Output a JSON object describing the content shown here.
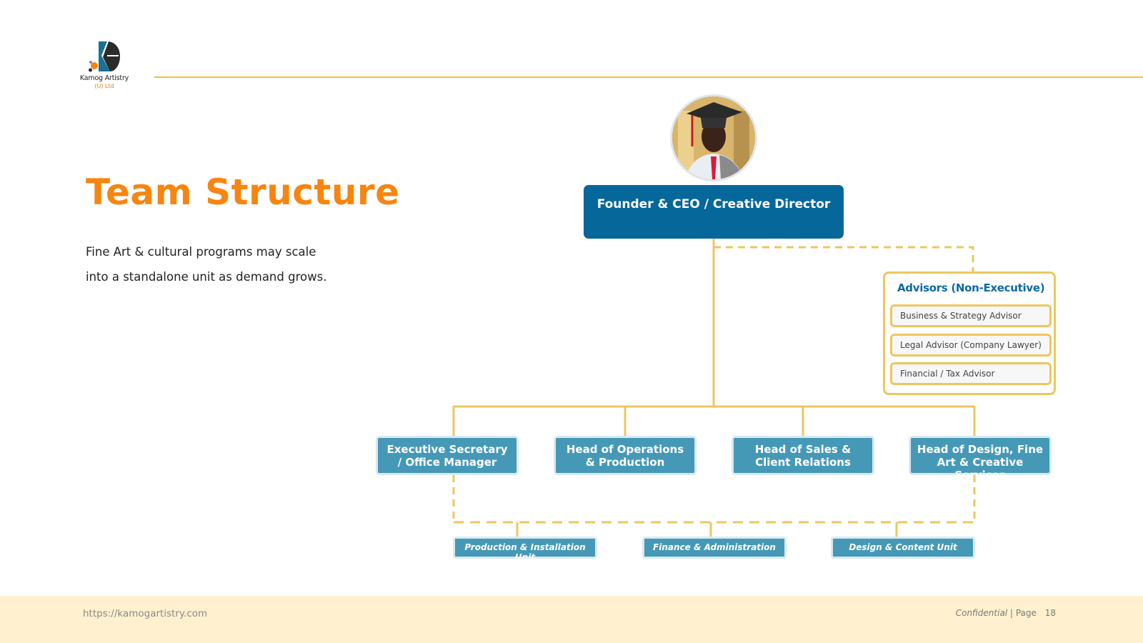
{
  "logo": {
    "icon": "kamog-artistry-logo-icon",
    "name": "Kamog Artistry",
    "suffix": "(U) Ltd"
  },
  "slide": {
    "title": "Team Structure",
    "description_lines": [
      "Fine Art & cultural programs may scale",
      "into a standalone unit as demand grows."
    ]
  },
  "org_chart": {
    "ceo": {
      "photo": "founder-photo",
      "label": "Founder & CEO / Creative Director"
    },
    "advisors": {
      "title": "Advisors (Non-Executive)",
      "items": [
        "Business & Strategy Advisor",
        "Legal Advisor (Company Lawyer)",
        "Financial / Tax Advisor"
      ]
    },
    "departments": [
      {
        "line1": "Executive Secretary",
        "line2": "/ Office Manager"
      },
      {
        "line1": "Head of Operations",
        "line2": "& Production"
      },
      {
        "line1": "Head of Sales &",
        "line2": "Client Relations"
      },
      {
        "line1": "Head of Design, Fine",
        "line2": "Art & Creative Services"
      }
    ],
    "units": [
      "Production & Installation Unit",
      "Finance & Administration",
      "Design & Content Unit"
    ],
    "colors": {
      "ceo_box": "#06679a",
      "dept_box": "#4599b7",
      "connector": "#ecc760",
      "title": "#f7850f"
    }
  },
  "footer": {
    "url": "https://kamogartistry.com",
    "confidential": "Confidential",
    "page_label": "Page",
    "page_number": "18"
  }
}
